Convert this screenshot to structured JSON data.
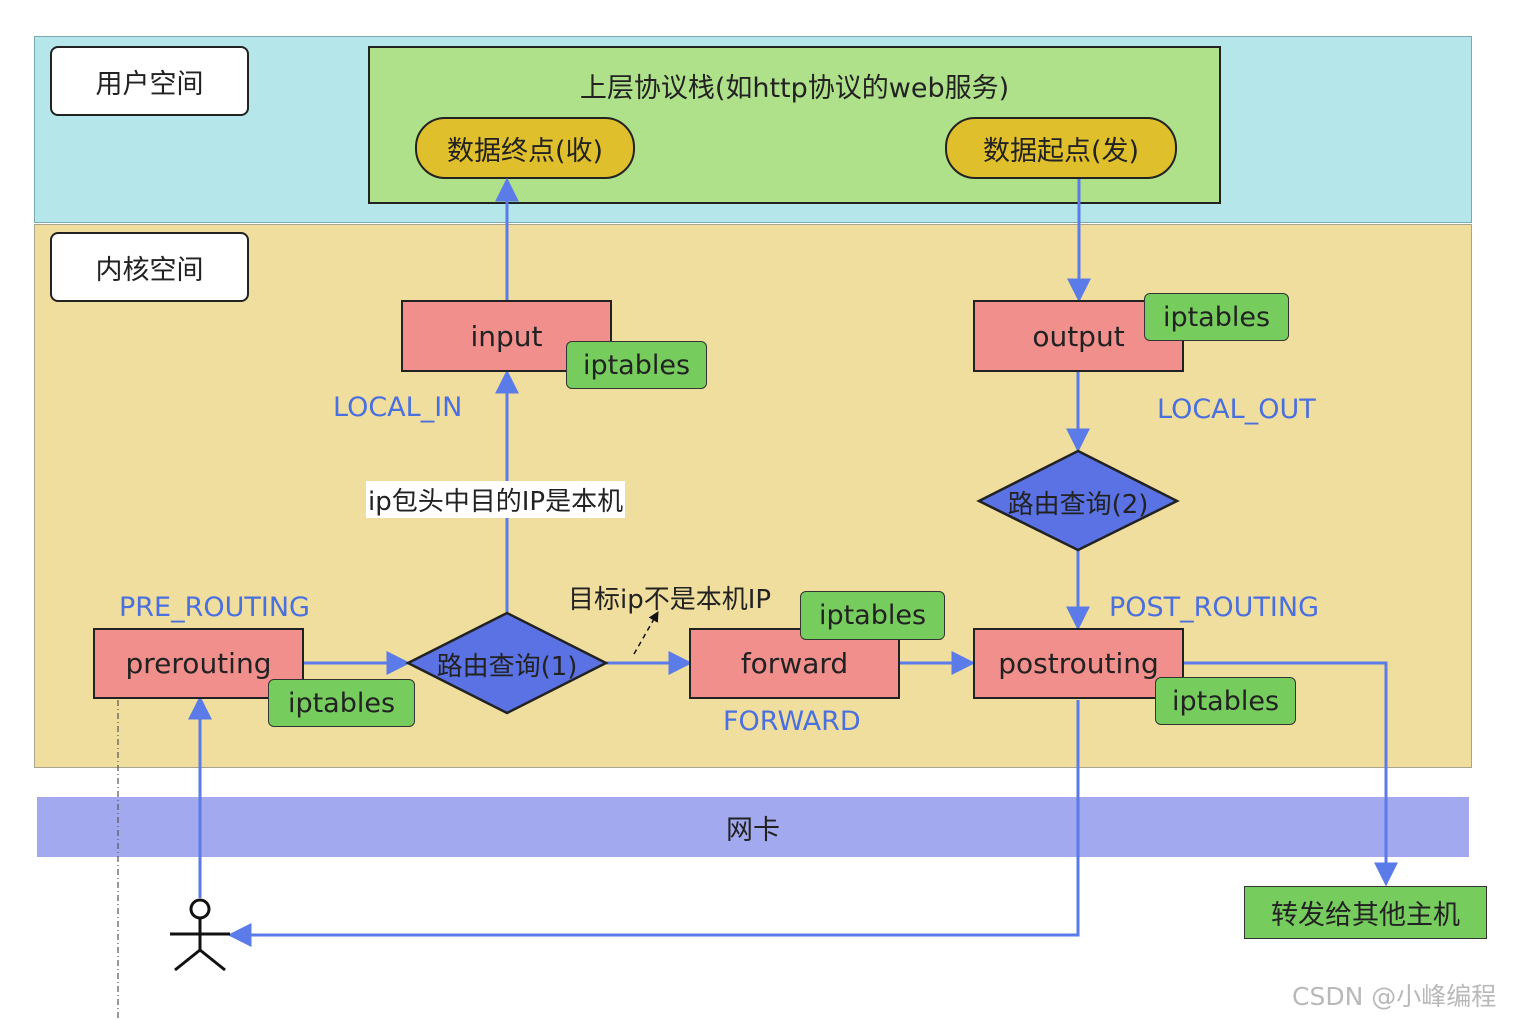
{
  "zones": {
    "user_space": "用户空间",
    "kernel_space": "内核空间",
    "nic": "网卡"
  },
  "upper_stack": {
    "title": "上层协议栈(如http协议的web服务)",
    "data_end": "数据终点(收)",
    "data_start": "数据起点(发)"
  },
  "hooks": {
    "prerouting": {
      "box": "prerouting",
      "name": "PRE_ROUTING",
      "tag": "iptables"
    },
    "input": {
      "box": "input",
      "name": "LOCAL_IN",
      "tag": "iptables"
    },
    "forward": {
      "box": "forward",
      "name": "FORWARD",
      "tag": "iptables"
    },
    "output": {
      "box": "output",
      "name": "LOCAL_OUT",
      "tag": "iptables"
    },
    "postrouting": {
      "box": "postrouting",
      "name": "POST_ROUTING",
      "tag": "iptables"
    }
  },
  "decisions": {
    "route1": "路由查询(1)",
    "route2": "路由查询(2)"
  },
  "notes": {
    "to_local": "ip包头中目的IP是本机",
    "not_local": "目标ip不是本机IP"
  },
  "forward_out": "转发给其他主机",
  "watermark": "CSDN @小峰编程",
  "colors": {
    "user_space_bg": "#b4e6ea",
    "kernel_space_bg": "#f0de9e",
    "nic_bg": "#a3a9ee",
    "stack_bg": "#afe08a",
    "hook_bg": "#f08f8c",
    "tag_bg": "#77cc5e",
    "pill_bg": "#dfbf2c",
    "diamond_bg": "#5b72e4",
    "arrow": "#5b7be8"
  }
}
